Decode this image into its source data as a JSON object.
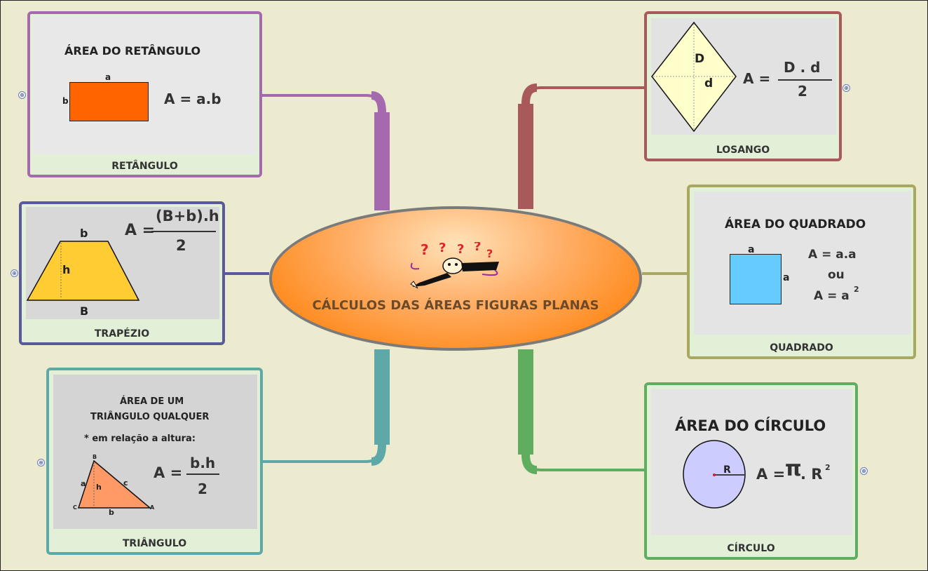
{
  "center": {
    "title": "CÁLCULOS DAS ÁREAS FIGURAS PLANAS",
    "icon": "confused-person-icon"
  },
  "expander_symbol": "⊕",
  "retangulo": {
    "caption": "RETÂNGULO",
    "heading": "ÁREA DO RETÂNGULO",
    "side_a": "a",
    "side_b": "b",
    "formula": "A = a.b",
    "border_color": "#a56aae",
    "shape_color": "#ff6400"
  },
  "trapezio": {
    "caption": "TRAPÉZIO",
    "top": "b",
    "height": "h",
    "bottom": "B",
    "formula_lhs": "A =",
    "numerator": "(B+b).h",
    "denominator": "2",
    "border_color": "#5a5a9a",
    "shape_color": "#ffcc33"
  },
  "triangulo": {
    "caption": "TRIÂNGULO",
    "heading_line1": "ÁREA DE UM",
    "heading_line2": "TRIÂNGULO QUALQUER",
    "note": "* em relação a altura:",
    "vertex_a": "A",
    "vertex_b": "B",
    "vertex_c": "C",
    "side_a": "a",
    "side_b": "b",
    "side_c": "c",
    "height": "h",
    "formula_lhs": "A =",
    "numerator": "b.h",
    "denominator": "2",
    "border_color": "#5fa8a8",
    "shape_color": "#ff9966"
  },
  "losango": {
    "caption": "LOSANGO",
    "major_diag": "D",
    "minor_diag": "d",
    "formula_lhs": "A =",
    "numerator": "D . d",
    "denominator": "2",
    "border_color": "#a85a5a",
    "shape_color": "#ffffcc"
  },
  "quadrado": {
    "caption": "QUADRADO",
    "heading": "ÁREA DO QUADRADO",
    "side_top": "a",
    "side_right": "a",
    "formula_line1": "A = a.a",
    "formula_line2": "ou",
    "formula_line3": "A = a",
    "exponent": "2",
    "border_color": "#a8a860",
    "shape_color": "#66ccff"
  },
  "circulo": {
    "caption": "CÍRCULO",
    "heading": "ÁREA DO CÍRCULO",
    "radius": "R",
    "formula_lhs": "A =",
    "pi": "π",
    "formula_rhs": ". R",
    "exponent": "2",
    "border_color": "#5fae5f",
    "shape_color": "#ccccff"
  }
}
